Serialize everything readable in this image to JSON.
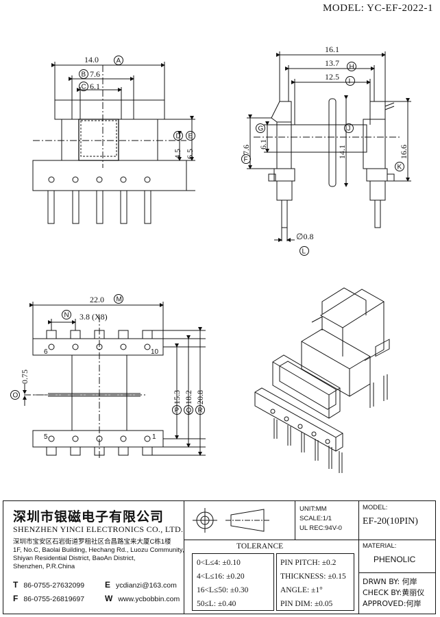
{
  "model_header": "MODEL: YC-EF-2022-1",
  "front_view": {
    "dim_a": "14.0",
    "dim_b": "7.6",
    "dim_c": "6.1",
    "dim_d": "4.5",
    "dim_e": "6.5",
    "tags": {
      "a": "A",
      "b": "B",
      "c": "C",
      "d": "D",
      "e": "E"
    }
  },
  "side_view": {
    "dim_h16": "16.1",
    "dim_h": "13.7",
    "dim_i": "12.5",
    "dim_f": "7.6",
    "dim_g": "6.1",
    "dim_j": "14.1",
    "dim_k": "16.6",
    "dim_l": "∅0.8",
    "tags": {
      "f": "F",
      "g": "G",
      "h": "H",
      "i": "I",
      "j": "J",
      "k": "K",
      "l": "L"
    }
  },
  "top_view": {
    "dim_m": "22.0",
    "dim_n": "3.8 (X8)",
    "dim_o": "0.75",
    "dim_p": "15.3",
    "dim_q": "18.2",
    "dim_r": "20.8",
    "pin_labels": {
      "p6": "6",
      "p10": "10",
      "p5": "5",
      "p1": "1"
    },
    "tags": {
      "m": "M",
      "n": "N",
      "o": "O",
      "p": "P",
      "q": "Q",
      "r": "R"
    }
  },
  "title_block": {
    "company_cn": "深圳市银磁电子有限公司",
    "company_en": "SHENZHEN YINCI ELECTRONICS CO., LTD.",
    "address_lines": [
      "深圳市宝安区石岩街道罗租社区合昌路宝来大厦C栋1楼",
      "1F, No.C, Baolai Building, Hechang Rd., Luozu Community,",
      "Shiyan Residential District, BaoAn District,",
      "Shenzhen, P.R.China"
    ],
    "tel_letter": "T",
    "tel": "86-0755-27632099",
    "fax_letter": "F",
    "fax": "86-0755-26819697",
    "email_letter": "E",
    "email": "ycdianzi@163.com",
    "web_letter": "W",
    "web": "www.ycbobbin.com",
    "unit": "UNIT:MM",
    "scale": "SCALE:1/1",
    "ul_rec": "UL REC:94V-0",
    "model_label": "MODEL:",
    "model_value": "EF-20(10PIN)",
    "tolerance_title": "TOLERANCE",
    "tol_left": [
      "0<L≤4: ±0.10",
      "4<L≤16: ±0.20",
      "16<L≤50: ±0.30",
      "50≤L: ±0.40"
    ],
    "tol_right": [
      "PIN PITCH: ±0.2",
      "THICKNESS: ±0.15",
      "ANGLE: ±1°",
      "PIN DIM: ±0.05"
    ],
    "material_label": "MATERIAL:",
    "material_value": "PHENOLIC",
    "drawn_by": "DRWN BY: 何岸",
    "check_by": "CHECK BY:黄丽仪",
    "approved": "APPROVED:何岸"
  }
}
